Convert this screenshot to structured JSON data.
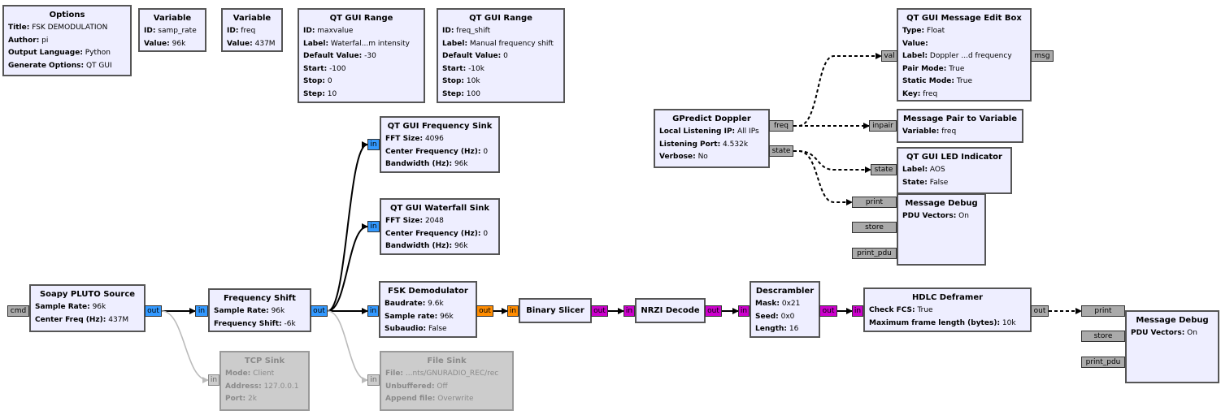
{
  "colors": {
    "block_bg": "#eeeeff",
    "disabled_bg": "#cccccc",
    "complex_port": "#3399ff",
    "float_port": "#ff8c00",
    "byte_port": "#cc00cc",
    "message_port": "#aaaaaa"
  },
  "blocks": [
    {
      "id": "options",
      "title": "Options",
      "params": [
        [
          "Title:",
          "FSK DEMODULATION"
        ],
        [
          "Author:",
          "pi"
        ],
        [
          "Output Language:",
          "Python"
        ],
        [
          "Generate Options:",
          "QT GUI"
        ]
      ]
    },
    {
      "id": "var_samp_rate",
      "title": "Variable",
      "params": [
        [
          "ID:",
          "samp_rate"
        ],
        [
          "Value:",
          "96k"
        ]
      ]
    },
    {
      "id": "var_freq",
      "title": "Variable",
      "params": [
        [
          "ID:",
          "freq"
        ],
        [
          "Value:",
          "437M"
        ]
      ]
    },
    {
      "id": "range_maxvalue",
      "title": "QT GUI Range",
      "params": [
        [
          "ID:",
          "maxvalue"
        ],
        [
          "Label:",
          "Waterfal...m intensity"
        ],
        [
          "Default Value:",
          "-30"
        ],
        [
          "Start:",
          "-100"
        ],
        [
          "Stop:",
          "0"
        ],
        [
          "Step:",
          "10"
        ]
      ]
    },
    {
      "id": "range_freq_shift",
      "title": "QT GUI Range",
      "params": [
        [
          "ID:",
          "freq_shift"
        ],
        [
          "Label:",
          "Manual frequency shift"
        ],
        [
          "Default Value:",
          "0"
        ],
        [
          "Start:",
          "-10k"
        ],
        [
          "Stop:",
          "10k"
        ],
        [
          "Step:",
          "100"
        ]
      ]
    },
    {
      "id": "msg_edit_box",
      "title": "QT GUI Message Edit Box",
      "params": [
        [
          "Type:",
          "Float"
        ],
        [
          "Value:",
          ""
        ],
        [
          "Label:",
          "Doppler ...d frequency"
        ],
        [
          "Pair Mode:",
          "True"
        ],
        [
          "Static Mode:",
          "True"
        ],
        [
          "Key:",
          "freq"
        ]
      ]
    },
    {
      "id": "gpredict",
      "title": "GPredict Doppler",
      "params": [
        [
          "Local Listening IP:",
          "All IPs"
        ],
        [
          "Listening Port:",
          "4.532k"
        ],
        [
          "Verbose:",
          "No"
        ]
      ]
    },
    {
      "id": "msg_pair_var",
      "title": "Message Pair to Variable",
      "params": [
        [
          "Variable:",
          "freq"
        ]
      ]
    },
    {
      "id": "led",
      "title": "QT GUI LED Indicator",
      "params": [
        [
          "Label:",
          "AOS"
        ],
        [
          "State:",
          "False"
        ]
      ]
    },
    {
      "id": "msg_debug_1",
      "title": "Message Debug",
      "params": [
        [
          "PDU Vectors:",
          "On"
        ]
      ]
    },
    {
      "id": "freq_sink",
      "title": "QT GUI Frequency Sink",
      "params": [
        [
          "FFT Size:",
          "4096"
        ],
        [
          "Center Frequency (Hz):",
          "0"
        ],
        [
          "Bandwidth (Hz):",
          "96k"
        ]
      ]
    },
    {
      "id": "waterfall_sink",
      "title": "QT GUI Waterfall Sink",
      "params": [
        [
          "FFT Size:",
          "2048"
        ],
        [
          "Center Frequency (Hz):",
          "0"
        ],
        [
          "Bandwidth (Hz):",
          "96k"
        ]
      ]
    },
    {
      "id": "soapy",
      "title": "Soapy PLUTO Source",
      "params": [
        [
          "Sample Rate:",
          "96k"
        ],
        [
          "Center Freq (Hz):",
          "437M"
        ]
      ]
    },
    {
      "id": "freq_shift",
      "title": "Frequency Shift",
      "params": [
        [
          "Sample Rate:",
          "96k"
        ],
        [
          "Frequency Shift:",
          "-6k"
        ]
      ]
    },
    {
      "id": "fsk_demod",
      "title": "FSK Demodulator",
      "params": [
        [
          "Baudrate:",
          "9.6k"
        ],
        [
          "Sample rate:",
          "96k"
        ],
        [
          "Subaudio:",
          "False"
        ]
      ]
    },
    {
      "id": "binary_slicer",
      "title": "Binary Slicer",
      "params": []
    },
    {
      "id": "nrzi",
      "title": "NRZI Decode",
      "params": []
    },
    {
      "id": "descrambler",
      "title": "Descrambler",
      "params": [
        [
          "Mask:",
          "0x21"
        ],
        [
          "Seed:",
          "0x0"
        ],
        [
          "Length:",
          "16"
        ]
      ]
    },
    {
      "id": "hdlc",
      "title": "HDLC Deframer",
      "params": [
        [
          "Check FCS:",
          "True"
        ],
        [
          "Maximum frame length (bytes):",
          "10k"
        ]
      ]
    },
    {
      "id": "msg_debug_2",
      "title": "Message Debug",
      "params": [
        [
          "PDU Vectors:",
          "On"
        ]
      ]
    },
    {
      "id": "tcp_sink",
      "title": "TCP Sink",
      "disabled": true,
      "params": [
        [
          "Mode:",
          "Client"
        ],
        [
          "Address:",
          "127.0.0.1"
        ],
        [
          "Port:",
          "2k"
        ]
      ]
    },
    {
      "id": "file_sink",
      "title": "File Sink",
      "disabled": true,
      "params": [
        [
          "File:",
          "...nts/GNURADIO_REC/rec"
        ],
        [
          "Unbuffered:",
          "Off"
        ],
        [
          "Append file:",
          "Overwrite"
        ]
      ]
    }
  ],
  "ports": [
    {
      "id": "msgbox_val",
      "label": "val",
      "kind": "message"
    },
    {
      "id": "msgbox_msg",
      "label": "msg",
      "kind": "message"
    },
    {
      "id": "gp_freq",
      "label": "freq",
      "kind": "message"
    },
    {
      "id": "gp_state",
      "label": "state",
      "kind": "message"
    },
    {
      "id": "pair_inpair",
      "label": "inpair",
      "kind": "message"
    },
    {
      "id": "led_state",
      "label": "state",
      "kind": "message"
    },
    {
      "id": "md1_print",
      "label": "print",
      "kind": "message"
    },
    {
      "id": "md1_store",
      "label": "store",
      "kind": "message"
    },
    {
      "id": "md1_print_pdu",
      "label": "print_pdu",
      "kind": "message"
    },
    {
      "id": "fsink_in",
      "label": "in",
      "kind": "complex"
    },
    {
      "id": "wsink_in",
      "label": "in",
      "kind": "complex"
    },
    {
      "id": "soapy_cmd",
      "label": "cmd",
      "kind": "message"
    },
    {
      "id": "soapy_out",
      "label": "out",
      "kind": "complex"
    },
    {
      "id": "fshift_in",
      "label": "in",
      "kind": "complex"
    },
    {
      "id": "fshift_out",
      "label": "out",
      "kind": "complex"
    },
    {
      "id": "fsk_in",
      "label": "in",
      "kind": "complex"
    },
    {
      "id": "fsk_out",
      "label": "out",
      "kind": "float"
    },
    {
      "id": "slicer_in",
      "label": "in",
      "kind": "float"
    },
    {
      "id": "slicer_out",
      "label": "out",
      "kind": "byte"
    },
    {
      "id": "nrzi_in",
      "label": "in",
      "kind": "byte"
    },
    {
      "id": "nrzi_out",
      "label": "out",
      "kind": "byte"
    },
    {
      "id": "desc_in",
      "label": "in",
      "kind": "byte"
    },
    {
      "id": "desc_out",
      "label": "out",
      "kind": "byte"
    },
    {
      "id": "hdlc_in",
      "label": "in",
      "kind": "byte"
    },
    {
      "id": "hdlc_out",
      "label": "out",
      "kind": "message"
    },
    {
      "id": "md2_print",
      "label": "print",
      "kind": "message"
    },
    {
      "id": "md2_store",
      "label": "store",
      "kind": "message"
    },
    {
      "id": "md2_print_pdu",
      "label": "print_pdu",
      "kind": "message"
    },
    {
      "id": "tcp_in",
      "label": "in",
      "kind": "disabled"
    },
    {
      "id": "file_in",
      "label": "in",
      "kind": "disabled"
    }
  ],
  "connections": [
    {
      "from": "soapy_out",
      "to": "fshift_in",
      "style": "solid"
    },
    {
      "from": "fshift_out",
      "to": "fsink_in",
      "style": "solid"
    },
    {
      "from": "fshift_out",
      "to": "wsink_in",
      "style": "solid"
    },
    {
      "from": "fshift_out",
      "to": "fsk_in",
      "style": "solid"
    },
    {
      "from": "fsk_out",
      "to": "slicer_in",
      "style": "solid"
    },
    {
      "from": "slicer_out",
      "to": "nrzi_in",
      "style": "solid"
    },
    {
      "from": "nrzi_out",
      "to": "desc_in",
      "style": "solid"
    },
    {
      "from": "desc_out",
      "to": "hdlc_in",
      "style": "solid"
    },
    {
      "from": "hdlc_out",
      "to": "md2_print",
      "style": "dashed"
    },
    {
      "from": "gp_freq",
      "to": "msgbox_val",
      "style": "dashed"
    },
    {
      "from": "gp_freq",
      "to": "pair_inpair",
      "style": "dashed"
    },
    {
      "from": "gp_state",
      "to": "led_state",
      "style": "dashed"
    },
    {
      "from": "gp_state",
      "to": "md1_print",
      "style": "dashed"
    },
    {
      "from": "soapy_out",
      "to": "tcp_in",
      "style": "gray"
    },
    {
      "from": "fshift_out",
      "to": "file_in",
      "style": "gray"
    }
  ]
}
